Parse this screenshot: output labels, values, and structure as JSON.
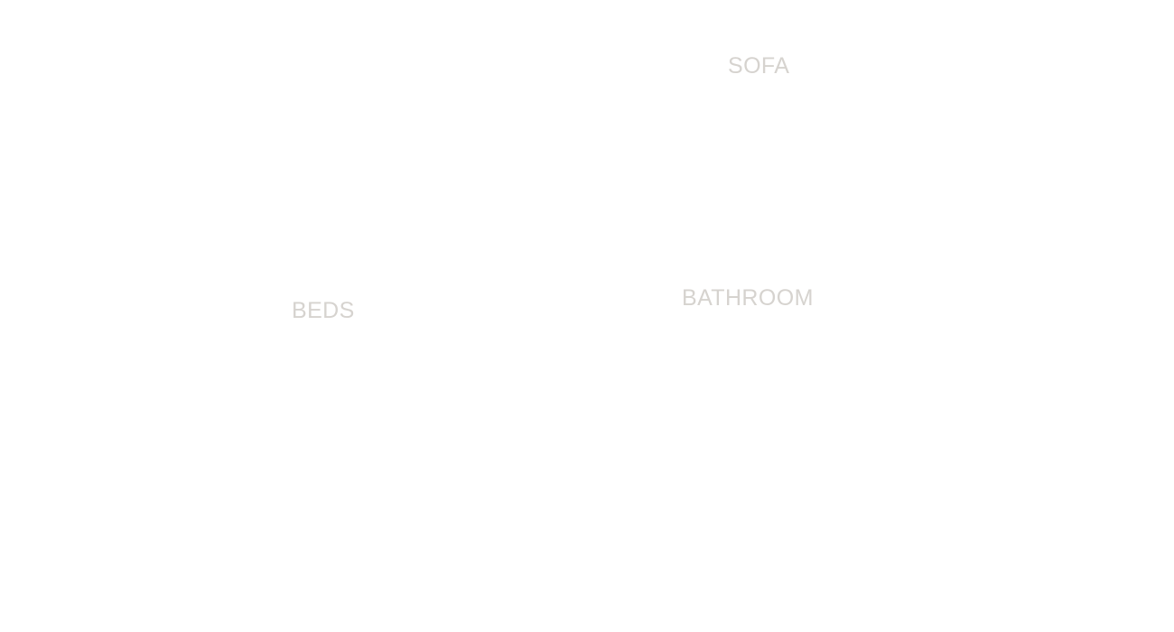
{
  "categories": {
    "sofa": {
      "label": "SOFA"
    },
    "beds": {
      "label": "BEDS"
    },
    "bathroom": {
      "label": "BATHROOM"
    }
  },
  "colors": {
    "background": "#ffffff",
    "label": "#d6d3cf"
  }
}
